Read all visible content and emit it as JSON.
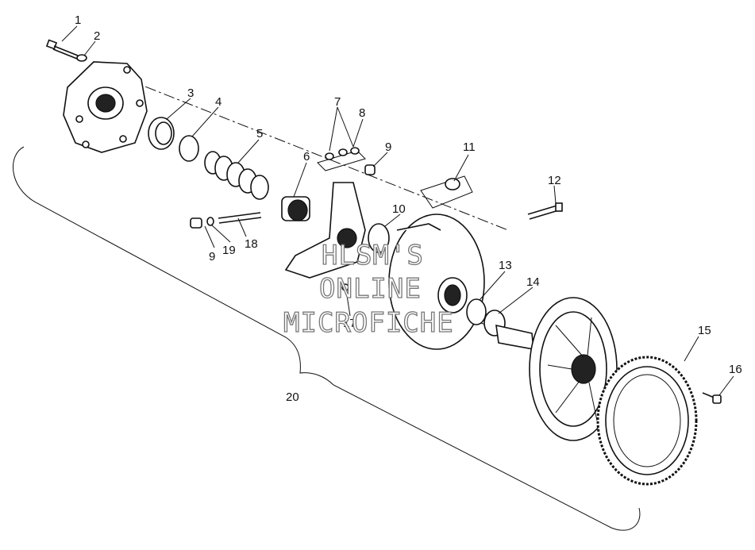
{
  "callouts": [
    "1",
    "2",
    "3",
    "4",
    "5",
    "6",
    "7",
    "8",
    "9",
    "10",
    "11",
    "12",
    "13",
    "14",
    "15",
    "16",
    "9",
    "19",
    "18",
    "17",
    "20"
  ],
  "watermark": [
    "HLSM'S",
    "ONLINE",
    "MICROFICHE"
  ]
}
